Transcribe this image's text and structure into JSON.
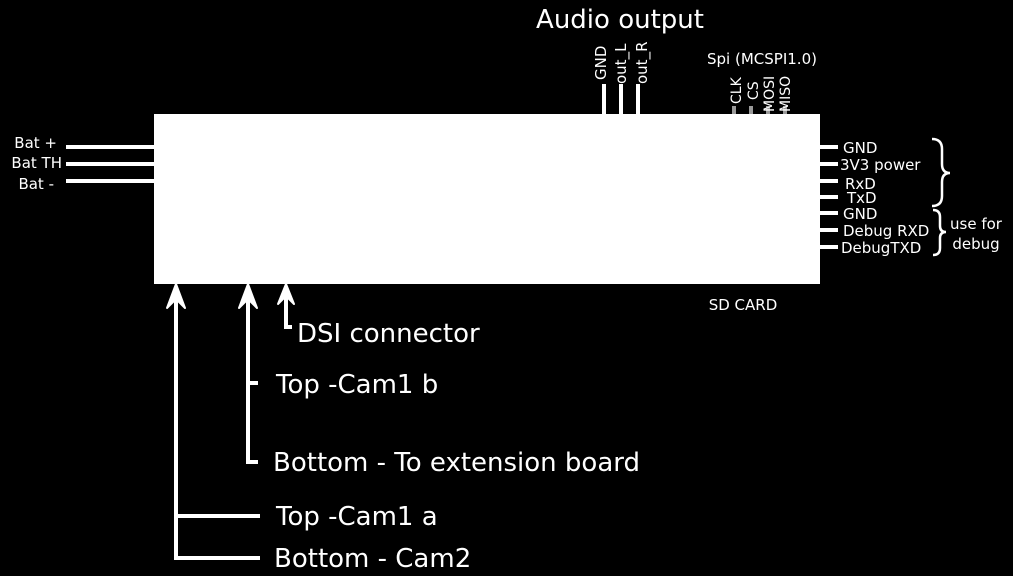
{
  "colors": {
    "background": "#000000",
    "foreground": "#ffffff",
    "spi_pin": "#9a9a9a"
  },
  "audio": {
    "title": "Audio output",
    "pins": [
      "GND",
      "out_L",
      "out_R"
    ]
  },
  "spi": {
    "title": "Spi (MCSPI1.0)",
    "pins": [
      "CLK",
      "CS",
      "MOSI",
      "MISO"
    ]
  },
  "battery": {
    "pins": [
      "Bat +",
      "Bat TH",
      "Bat -"
    ]
  },
  "right_header": {
    "pins": [
      "GND",
      "3V3 power",
      "RxD",
      "TxD",
      "GND",
      "Debug RXD",
      "DebugTXD"
    ],
    "debug_note": [
      "use for",
      "debug"
    ]
  },
  "sd_card": "SD CARD",
  "connectors": {
    "dsi": "DSI connector",
    "top_cam1_b": "Top -Cam1 b",
    "bottom_extension": "Bottom - To extension board",
    "top_cam1_a": "Top -Cam1 a",
    "bottom_cam2": "Bottom - Cam2"
  }
}
